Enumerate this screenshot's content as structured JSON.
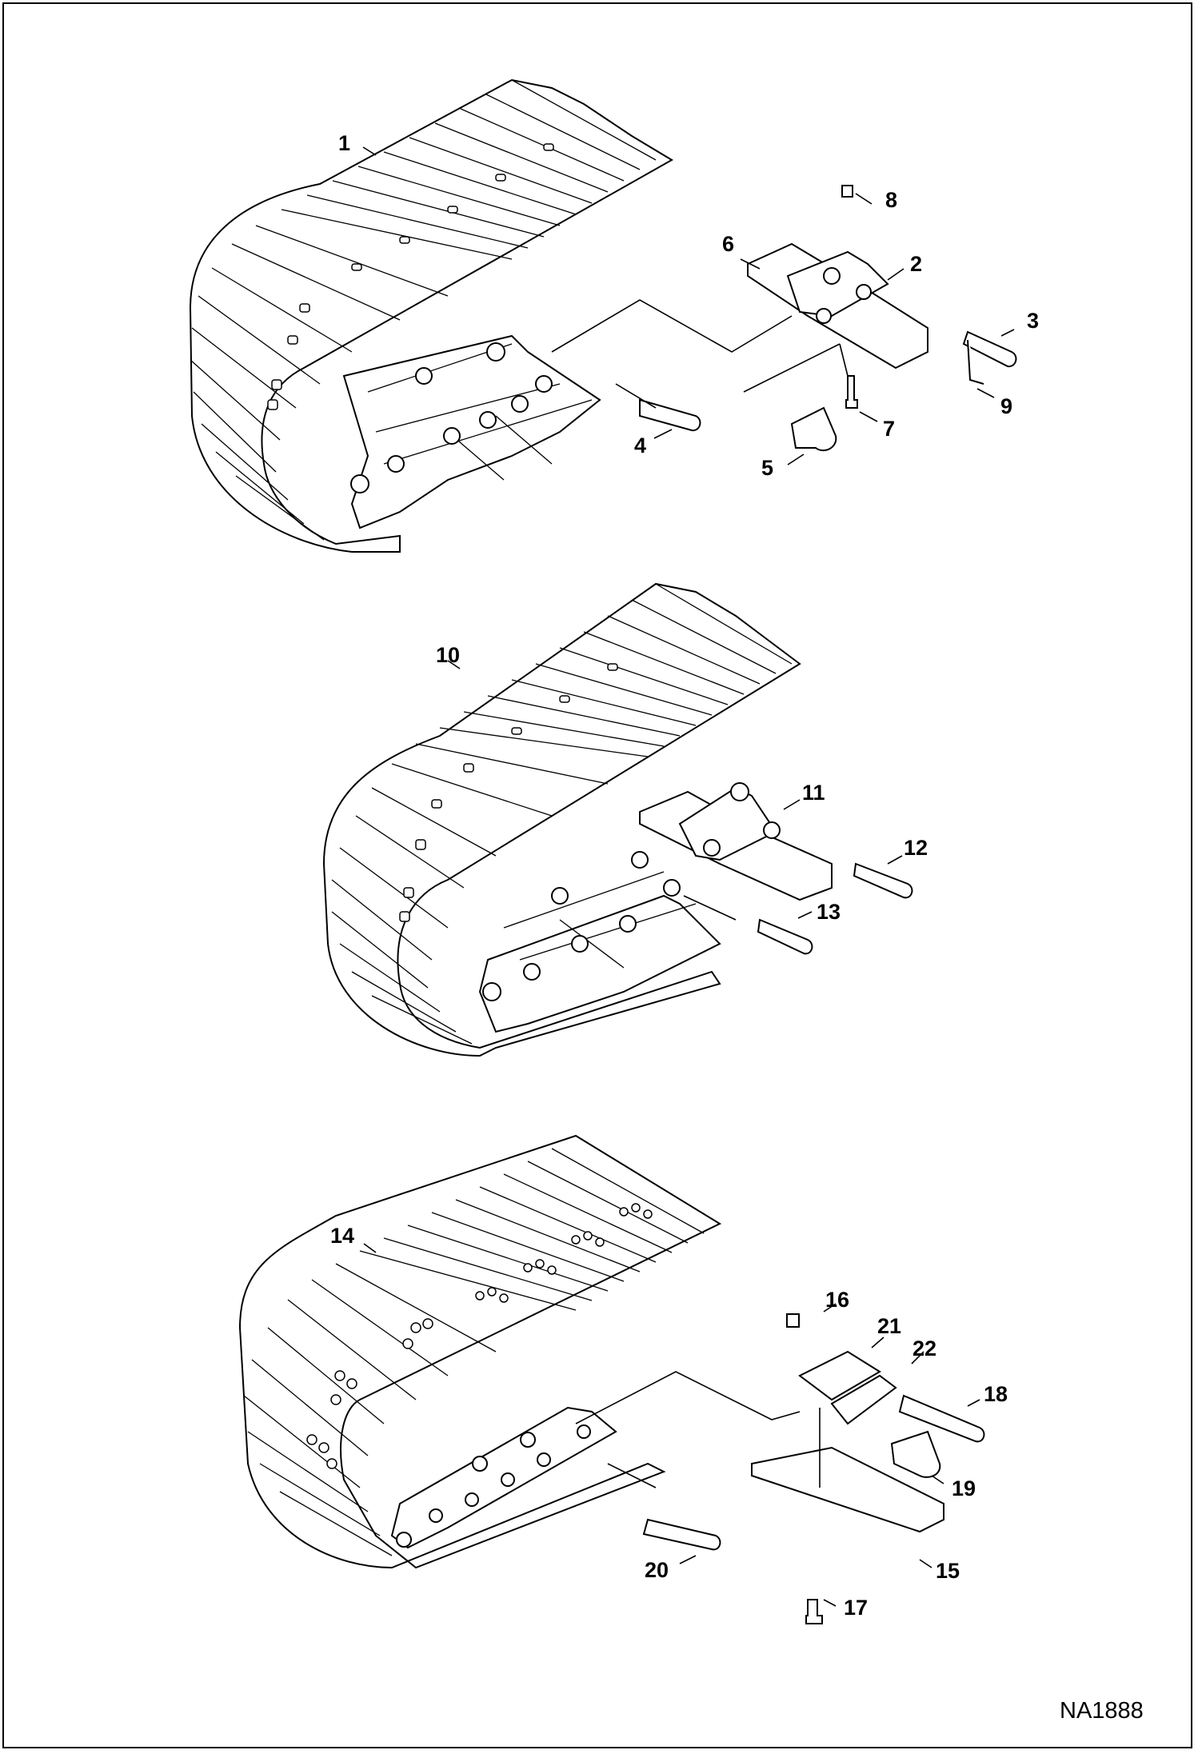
{
  "figure_ref": "NA1888",
  "callouts": [
    "1",
    "2",
    "3",
    "4",
    "5",
    "6",
    "7",
    "8",
    "9",
    "10",
    "11",
    "12",
    "13",
    "14",
    "15",
    "16",
    "17",
    "18",
    "19",
    "20",
    "21",
    "22"
  ]
}
